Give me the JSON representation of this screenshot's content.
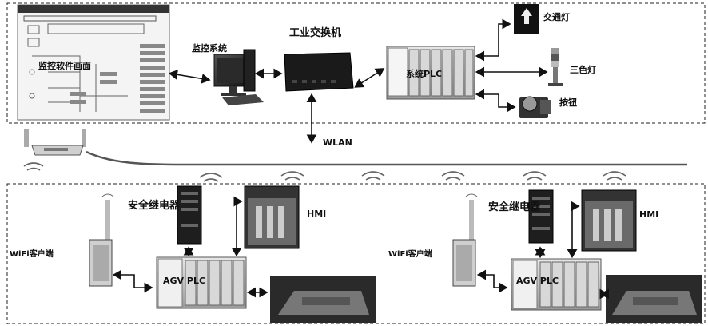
{
  "top_section": {
    "monitor_software_label": "监控软件画面",
    "monitoring_system_label": "监控系统",
    "switch_label": "工业交换机",
    "system_plc_label": "系统PLC",
    "traffic_light_label": "交通灯",
    "tri_color_light_label": "三色灯",
    "button_label": "按钮"
  },
  "network": {
    "wlan_label": "WLAN"
  },
  "agv_units": [
    {
      "wifi_client_label": "WiFi客户端",
      "safety_relay_label": "安全继电器",
      "hmi_label": "HMI",
      "agv_plc_label": "AGV PLC"
    },
    {
      "wifi_client_label": "WiFi客户端",
      "safety_relay_label": "安全继电器",
      "hmi_label": "HMI",
      "agv_plc_label": "AGV PLC"
    }
  ]
}
